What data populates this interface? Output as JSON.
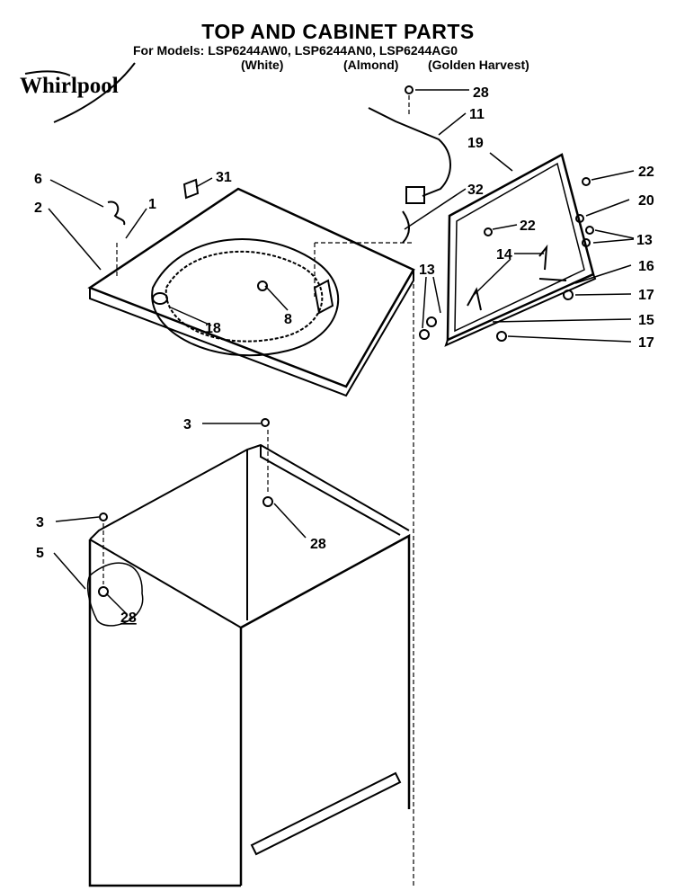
{
  "header": {
    "title": "TOP AND CABINET PARTS",
    "models_line": "For Models: LSP6244AW0,  LSP6244AN0,  LSP6244AG0",
    "colors": [
      "(White)",
      "(Almond)",
      "(Golden Harvest)"
    ]
  },
  "brand": {
    "logo_text": "Whirlpool"
  },
  "callouts": [
    "28",
    "11",
    "19",
    "22",
    "20",
    "13",
    "16",
    "17",
    "15",
    "17",
    "22",
    "14",
    "13",
    "32",
    "6",
    "31",
    "1",
    "2",
    "8",
    "18",
    "3",
    "28",
    "3",
    "5",
    "28"
  ]
}
